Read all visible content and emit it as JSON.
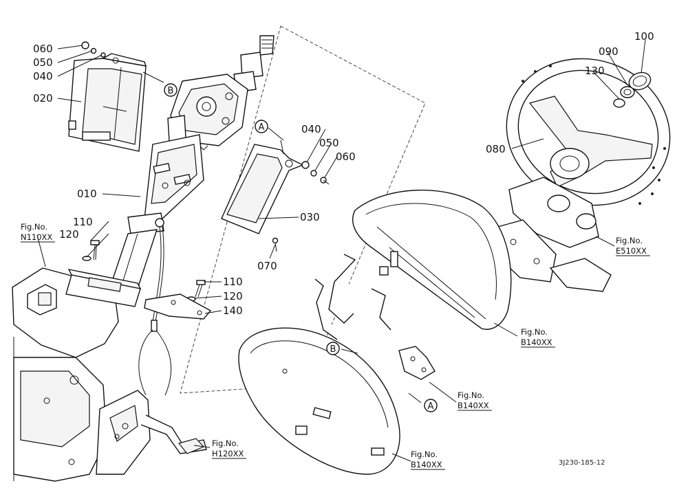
{
  "part_labels": [
    {
      "key": "p060a",
      "text": "060"
    },
    {
      "key": "p050a",
      "text": "050"
    },
    {
      "key": "p040a",
      "text": "040"
    },
    {
      "key": "p020",
      "text": "020"
    },
    {
      "key": "p010",
      "text": "010"
    },
    {
      "key": "p040b",
      "text": "040"
    },
    {
      "key": "p050b",
      "text": "050"
    },
    {
      "key": "p060b",
      "text": "060"
    },
    {
      "key": "p030",
      "text": "030"
    },
    {
      "key": "p070",
      "text": "070"
    },
    {
      "key": "p110a",
      "text": "110"
    },
    {
      "key": "p120a",
      "text": "120"
    },
    {
      "key": "p110b",
      "text": "110"
    },
    {
      "key": "p120b",
      "text": "120"
    },
    {
      "key": "p140",
      "text": "140"
    },
    {
      "key": "p100",
      "text": "100"
    },
    {
      "key": "p090",
      "text": "090"
    },
    {
      "key": "p130",
      "text": "130"
    },
    {
      "key": "p080",
      "text": "080"
    }
  ],
  "figure_refs": [
    {
      "key": "n110",
      "prefix": "Fig.No.",
      "code": "N110XX"
    },
    {
      "key": "e510",
      "prefix": "Fig.No.",
      "code": "E510XX"
    },
    {
      "key": "b140a",
      "prefix": "Fig.No.",
      "code": "B140XX"
    },
    {
      "key": "b140b",
      "prefix": "Fig.No.",
      "code": "B140XX"
    },
    {
      "key": "b140c",
      "prefix": "Fig.No.",
      "code": "B140XX"
    },
    {
      "key": "h120",
      "prefix": "Fig.No.",
      "code": "H120XX"
    }
  ],
  "callouts": [
    {
      "key": "b1",
      "letter": "B"
    },
    {
      "key": "a1",
      "letter": "A"
    },
    {
      "key": "b2",
      "letter": "B"
    },
    {
      "key": "a2",
      "letter": "A"
    }
  ],
  "drawing_number": "3J230-185-12"
}
